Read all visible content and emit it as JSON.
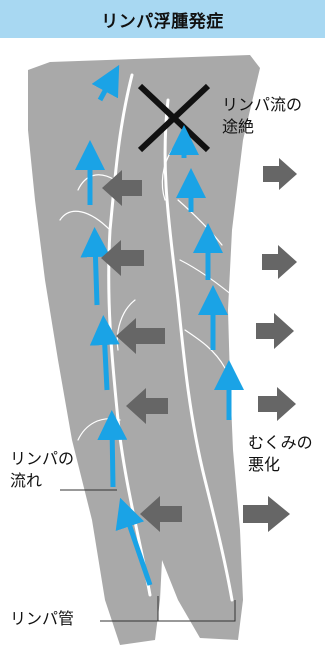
{
  "title": "リンパ浮腫発症",
  "labels": {
    "blocked_line1": "リンパ流の",
    "blocked_line2": "途絶",
    "flow_line1": "リンパの",
    "flow_line2": "流れ",
    "swelling_line1": "むくみの",
    "swelling_line2": "悪化",
    "vessel": "リンパ管"
  },
  "colors": {
    "header_bg": "#a8d8f2",
    "leg": "#a9a9a9",
    "flow_arrow": "#1aa3e6",
    "swelling_arrow": "#666666",
    "vessel": "#ffffff",
    "block_mark": "#111111"
  },
  "icons": {
    "blockage": "x-cross-icon",
    "flow": "up-arrow-icon",
    "swelling": "right-arrow-icon"
  }
}
